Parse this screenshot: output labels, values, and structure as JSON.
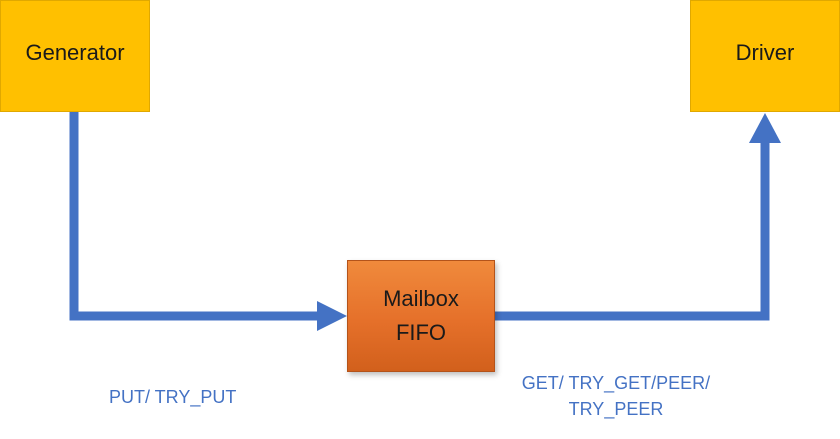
{
  "nodes": {
    "generator": {
      "label": "Generator"
    },
    "driver": {
      "label": "Driver"
    },
    "mailbox": {
      "line1": "Mailbox",
      "line2": "FIFO"
    }
  },
  "edges": {
    "generator_to_mailbox": {
      "label": "PUT/ TRY_PUT"
    },
    "mailbox_to_driver": {
      "label_line1": "GET/ TRY_GET/PEER/",
      "label_line2": "TRY_PEER"
    }
  },
  "colors": {
    "box_yellow": "#ffc000",
    "box_orange": "#e5702a",
    "connector": "#4472c4",
    "label_text": "#4472c4"
  }
}
